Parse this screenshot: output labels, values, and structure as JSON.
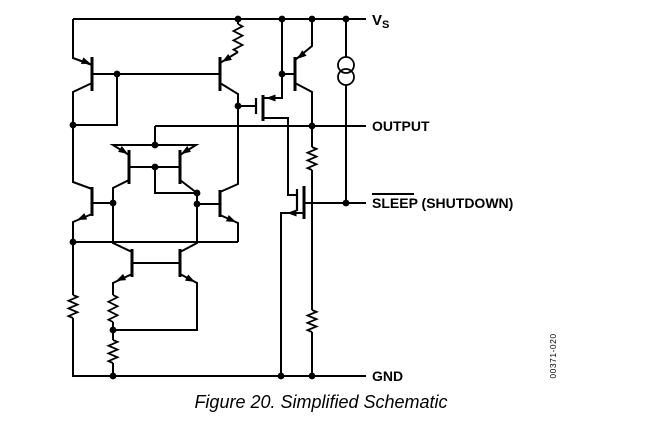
{
  "figure": {
    "caption": "Figure 20. Simplified Schematic",
    "code": "00371-020"
  },
  "terminals": {
    "vs_main": "V",
    "vs_sub": "S",
    "output": "OUTPUT",
    "sleep": "SLEEP",
    "sleep_suffix": " (SHUTDOWN)",
    "gnd": "GND"
  }
}
